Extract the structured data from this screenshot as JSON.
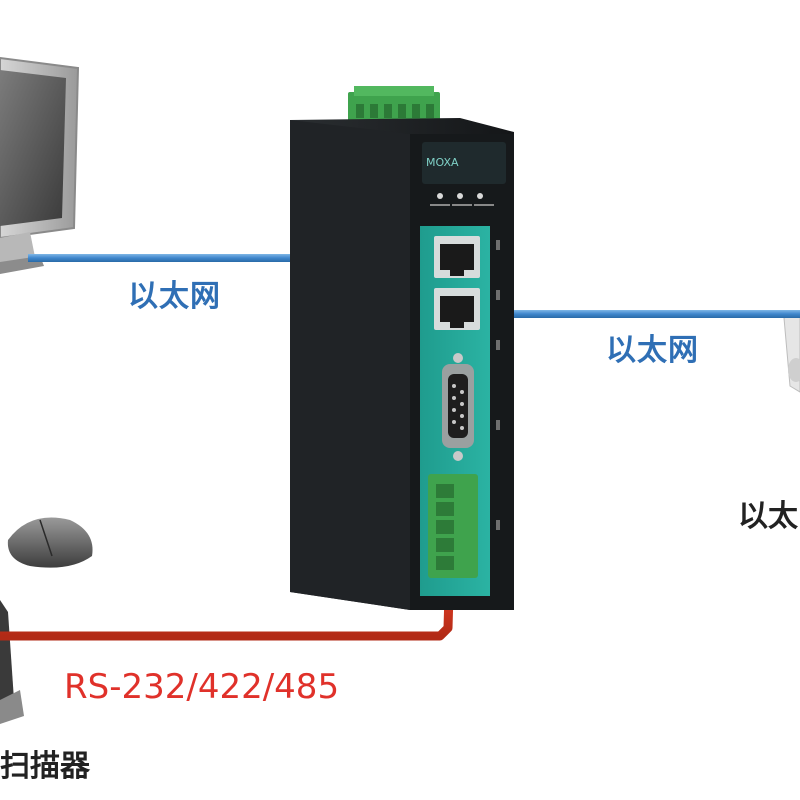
{
  "labels": {
    "eth_left": "以太网",
    "eth_right": "以太网",
    "eth_device_partial": "以太",
    "serial_protocols": "RS-232/422/485",
    "scanner_partial": "扫描器"
  },
  "device": {
    "brand_text": "MOXA"
  },
  "colors": {
    "ethernet_cable": "#4a90d0",
    "serial_cable": "#e0442c",
    "device_body": "#1c1f22",
    "device_panel": "#1f9c8e",
    "terminal_block": "#3fa34d"
  }
}
